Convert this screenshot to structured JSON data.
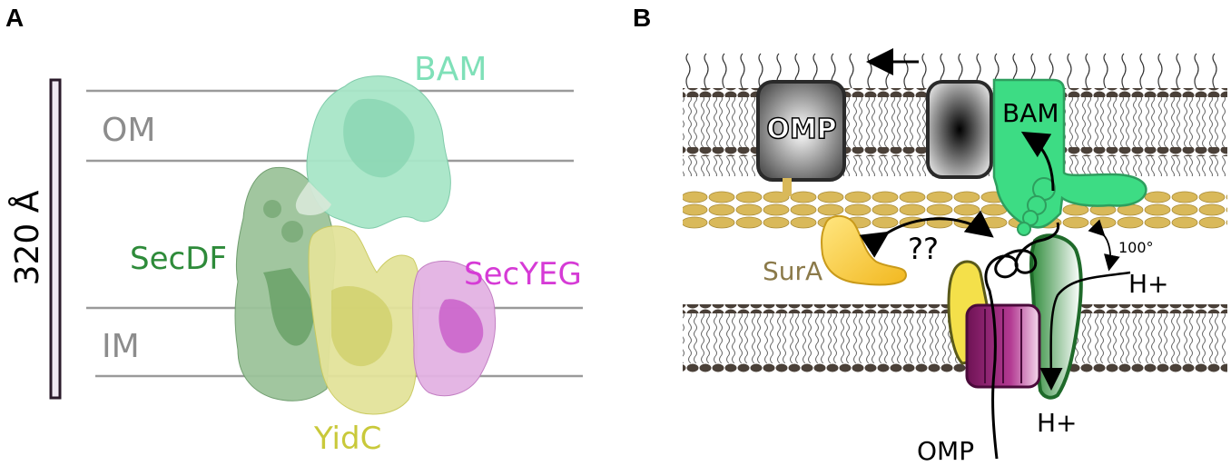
{
  "panels": {
    "a": "A",
    "b": "B"
  },
  "panel_a": {
    "scale_label": "320 Å",
    "membranes": {
      "outer": "OM",
      "inner": "IM"
    },
    "complexes": {
      "bam": "BAM",
      "secdf": "SecDF",
      "secyeg": "SecYEG",
      "yidc": "YidC"
    },
    "colors": {
      "bam": "#7fe0b8",
      "secdf": "#2e8b3a",
      "secyeg": "#d63bd6",
      "yidc": "#c9c93a",
      "membrane_label": "#8c8c8c"
    }
  },
  "panel_b": {
    "omp_box": "OMP",
    "bam": "BAM",
    "sura": "SurA",
    "unknown": "??",
    "angle": "100°",
    "proton_top": "H+",
    "proton_bottom": "H+",
    "omp_strand": "OMP",
    "colors": {
      "bam": "#3ddc84",
      "sura": "#f2c230",
      "secyeg": "#8b1a6b",
      "secdf": "#2e8b3a",
      "yidc": "#f4e04a",
      "peptidoglycan": "#d9b95a",
      "sura_label": "#8b7a4a"
    }
  }
}
